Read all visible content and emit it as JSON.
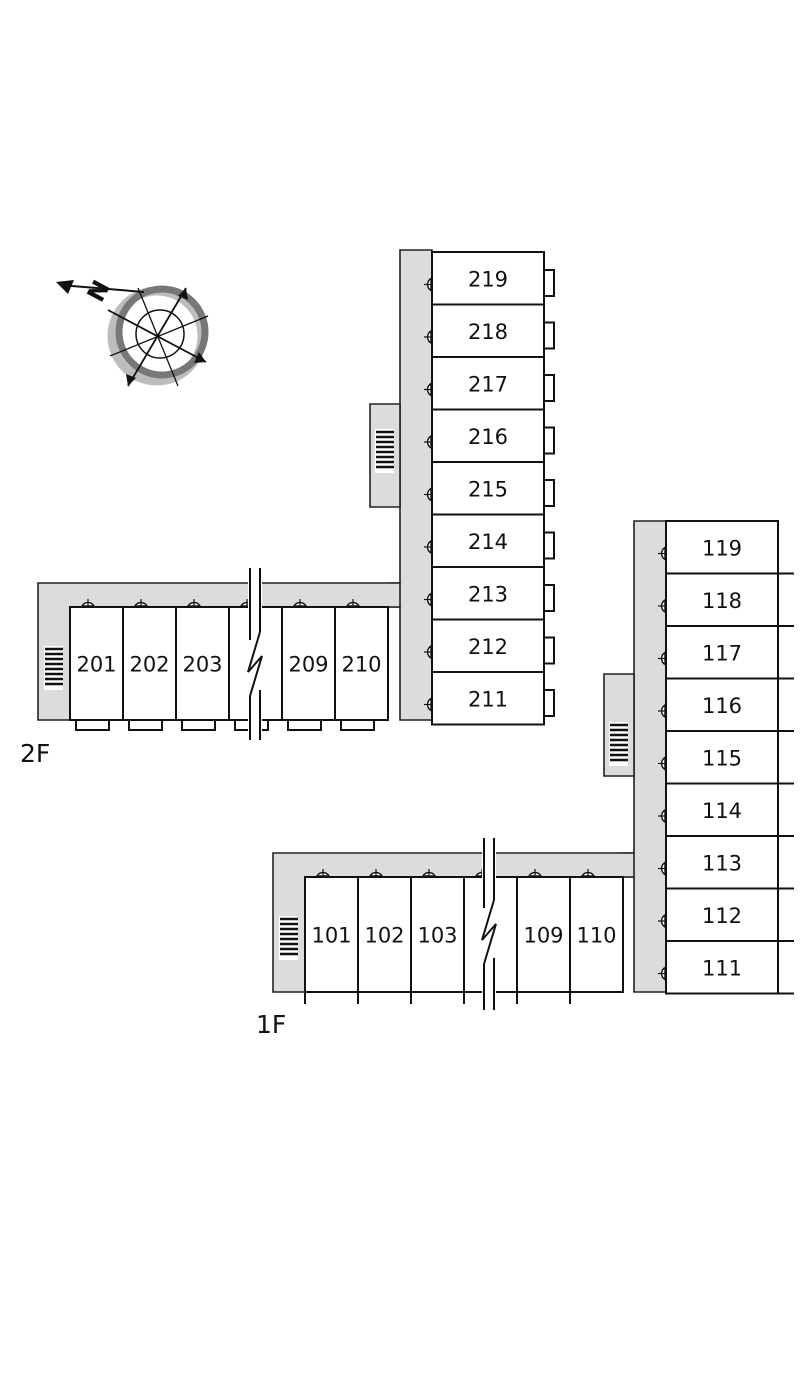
{
  "compass": {
    "letter": "N",
    "icon": "compass-rose-icon"
  },
  "floors": [
    {
      "label": "2F",
      "vertical_units": [
        "219",
        "218",
        "217",
        "216",
        "215",
        "214",
        "213",
        "212",
        "211"
      ],
      "horizontal_units": [
        "201",
        "202",
        "203",
        "",
        "209",
        "210"
      ]
    },
    {
      "label": "1F",
      "vertical_units": [
        "119",
        "118",
        "117",
        "116",
        "115",
        "114",
        "113",
        "112",
        "111"
      ],
      "horizontal_units": [
        "101",
        "102",
        "103",
        "",
        "109",
        "110"
      ]
    }
  ],
  "colors": {
    "corridor": "#dcdcdc",
    "outline": "#111111",
    "compass_ring": "#777777"
  }
}
